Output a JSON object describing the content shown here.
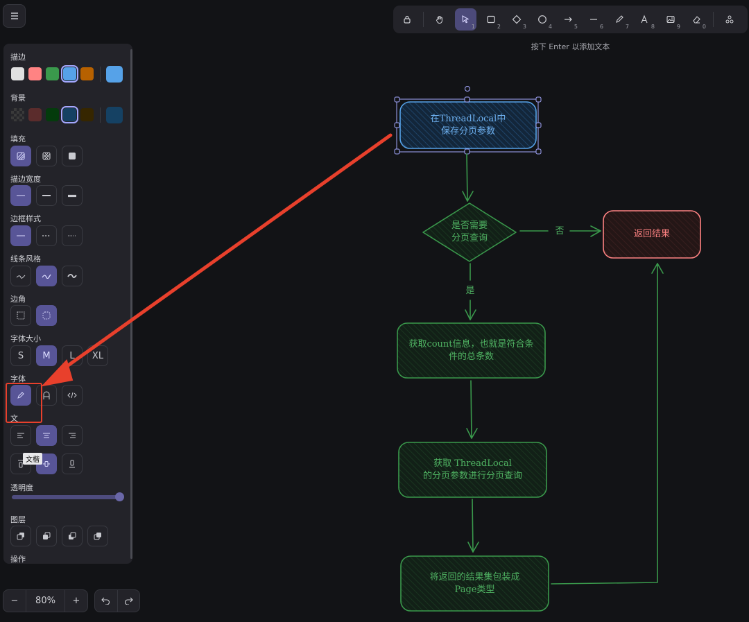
{
  "toolbar": {
    "tools": [
      {
        "name": "lock-icon",
        "num": ""
      },
      {
        "name": "hand-icon",
        "num": ""
      },
      {
        "name": "selection-icon",
        "num": "1"
      },
      {
        "name": "rectangle-icon",
        "num": "2"
      },
      {
        "name": "diamond-icon",
        "num": "3"
      },
      {
        "name": "ellipse-icon",
        "num": "4"
      },
      {
        "name": "arrow-icon",
        "num": "5"
      },
      {
        "name": "line-icon",
        "num": "6"
      },
      {
        "name": "pencil-icon",
        "num": "7"
      },
      {
        "name": "text-icon",
        "num": "8"
      },
      {
        "name": "image-icon",
        "num": "9"
      },
      {
        "name": "eraser-icon",
        "num": "0"
      },
      {
        "name": "library-icon",
        "num": ""
      }
    ]
  },
  "hint": "按下 Enter 以添加文本",
  "panel": {
    "stroke_label": "描边",
    "background_label": "背景",
    "fill_label": "填充",
    "stroke_width_label": "描边宽度",
    "stroke_style_label": "边框样式",
    "sloppiness_label": "线条风格",
    "edges_label": "边角",
    "font_size_label": "字体大小",
    "font_family_label": "字体",
    "text_align_label": "文",
    "opacity_label": "透明度",
    "layers_label": "图层",
    "actions_label": "操作",
    "font_sizes": [
      "S",
      "M",
      "L",
      "XL"
    ],
    "tooltip": "文楷",
    "stroke_colors": [
      "#e0e0e0",
      "#ff8383",
      "#3a994c",
      "#56a2e8",
      "#b76100"
    ],
    "stroke_current": "#56a2e8",
    "bg_colors": [
      "#3a3a3a",
      "#5b2c2c",
      "#043b0c",
      "#154163",
      "#362600"
    ],
    "bg_current": "#154163",
    "opacity": 100
  },
  "zoom": {
    "minus": "−",
    "value": "80%",
    "plus": "+"
  },
  "diagram": {
    "n1_line1": "在ThreadLocal中",
    "n1_line2": "保存分页参数",
    "n2_line1": "是否需要",
    "n2_line2": "分页查询",
    "n3": "返回结果",
    "no_label": "否",
    "yes_label": "是",
    "n4_line1": "获取count信息，也就是符合条",
    "n4_line2": "件的总条数",
    "n5_line1": "获取 ThreadLocal",
    "n5_line2": "的分页参数进行分页查询",
    "n6_line1": "将返回的结果集包装成",
    "n6_line2": "Page类型"
  },
  "colors": {
    "accent": "#a4a8ff",
    "blue_stroke": "#56a2e8",
    "green_stroke": "#3a994c",
    "red_stroke": "#ff8383",
    "annotation_red": "#e8402c"
  }
}
